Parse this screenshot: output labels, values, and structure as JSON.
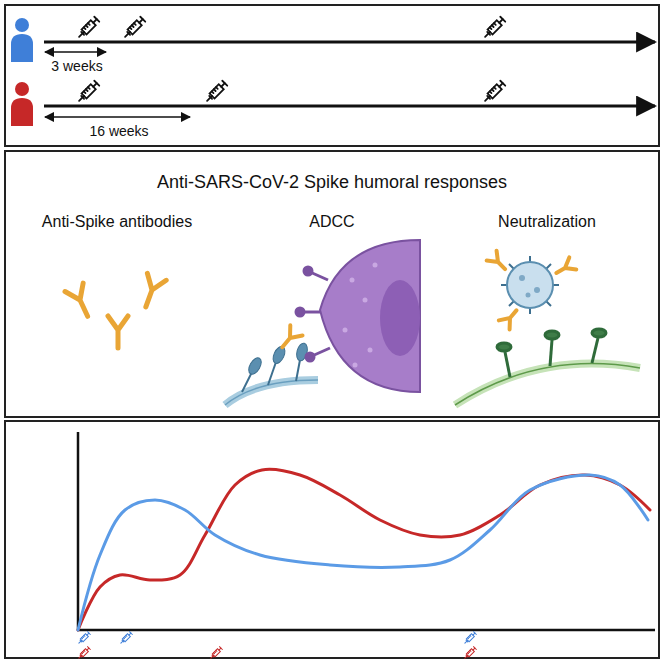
{
  "diagram": {
    "nodes": [
      {
        "text": [
          "3 weeks",
          "16 weeks"
        ]
      },
      {
        "text": [
          "Anti-SARS-CoV-2 Spike humoral responses",
          "Anti-Spike antibodies",
          "ADCC",
          "Neutralization"
        ]
      }
    ]
  }
}
